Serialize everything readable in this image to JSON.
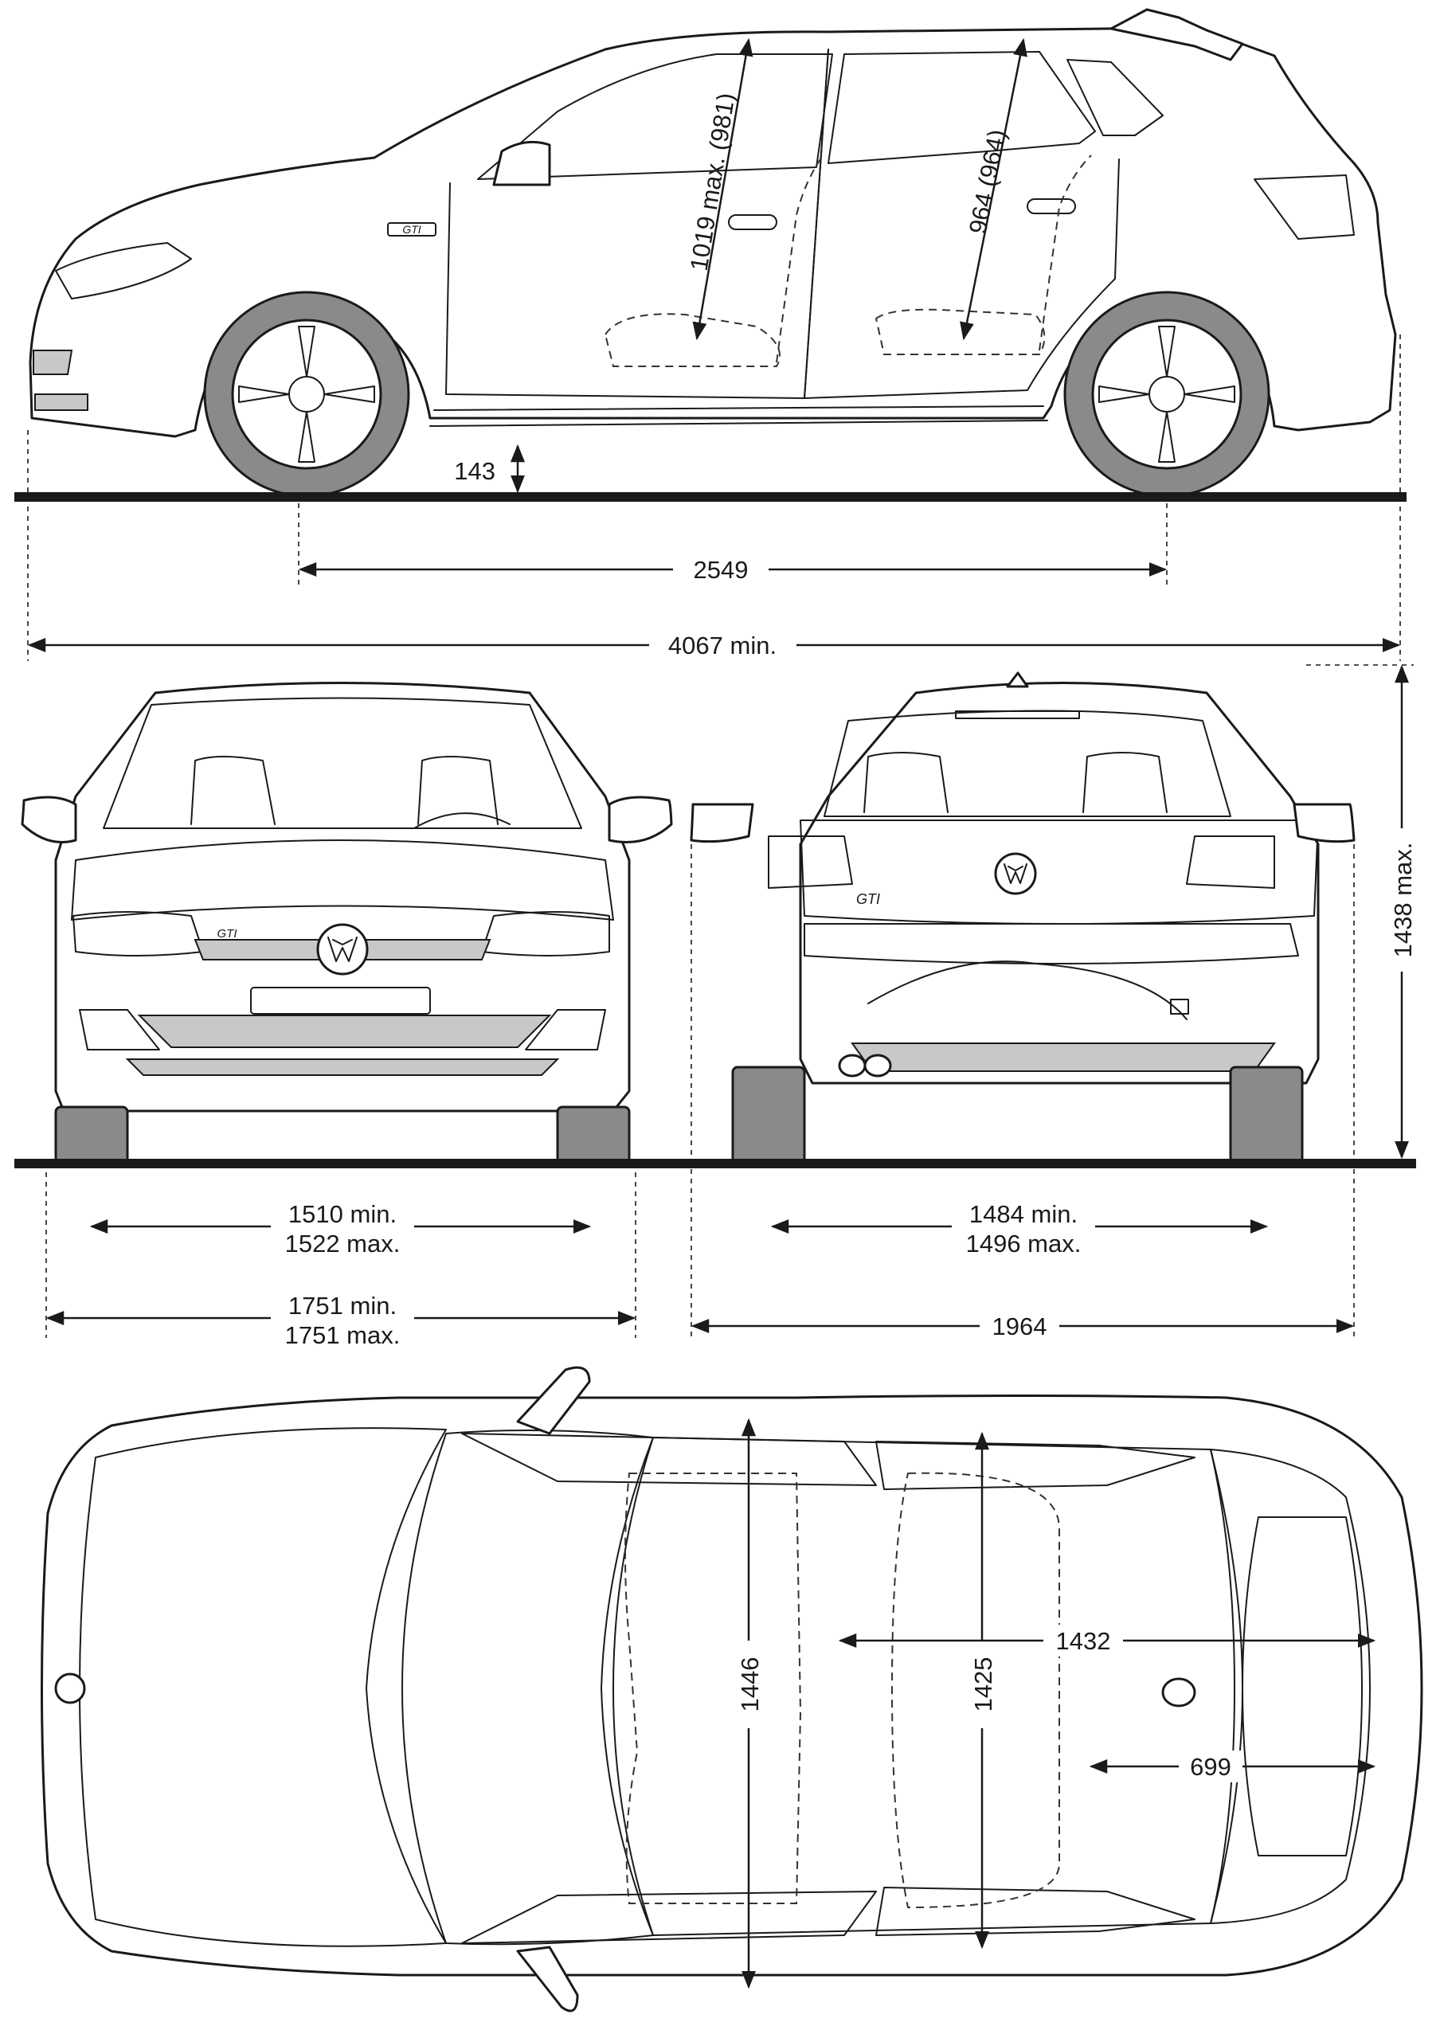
{
  "views": {
    "side": {
      "ground_clearance": "143",
      "wheelbase": "2549",
      "length": "4067 min.",
      "front_headroom": "1019 max. (981)",
      "rear_headroom": "964 (964)"
    },
    "front": {
      "track_line1": "1510 min.",
      "track_line2": "1522 max.",
      "width_line1": "1751 min.",
      "width_line2": "1751 max."
    },
    "rear": {
      "track_line1": "1484 min.",
      "track_line2": "1496 max.",
      "width_mirrors": "1964",
      "height": "1438 max."
    },
    "top": {
      "front_elbow_width": "1446",
      "rear_elbow_width": "1425",
      "luggage_width": "1432",
      "luggage_length": "699"
    }
  },
  "badges": {
    "front_badge": "GTI",
    "rear_badge": "GTI",
    "side_badge": "GTI"
  },
  "colors": {
    "line": "#1a1a1a",
    "tyre": "#8a8a8a",
    "grille": "#c8c8c8",
    "background": "#ffffff"
  }
}
